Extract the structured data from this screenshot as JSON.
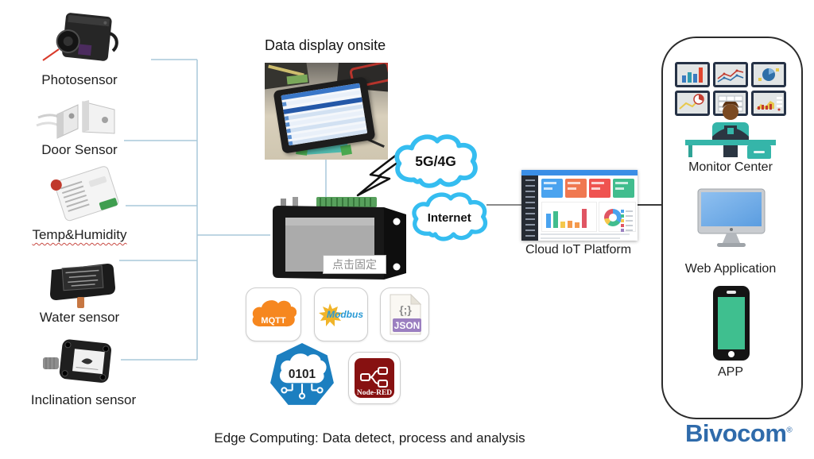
{
  "sensors": {
    "items": [
      {
        "label": "Photosensor"
      },
      {
        "label": "Door Sensor"
      },
      {
        "label": "Temp&Humidity"
      },
      {
        "label": "Water sensor"
      },
      {
        "label": "Inclination sensor"
      }
    ]
  },
  "display": {
    "title": "Data display onsite"
  },
  "gateway": {
    "overlay_label": "点击固定"
  },
  "clouds": {
    "cellular": "5G/4G",
    "internet": "Internet"
  },
  "platform": {
    "label": "Cloud IoT Platform"
  },
  "protocols": {
    "mqtt": "MQTT",
    "modbus": "Modbus",
    "json_glyph": "{;}",
    "json": "JSON",
    "binary": "0101",
    "nodered": "Node-RED"
  },
  "panel": {
    "monitor_center": "Monitor Center",
    "web_application": "Web Application",
    "app": "APP"
  },
  "caption": "Edge Computing: Data detect, process and analysis",
  "brand": {
    "name": "Bivocom",
    "mark": "®"
  },
  "colors": {
    "cloud_border": "#35bdf0",
    "connector_line": "#a9c8da",
    "brand_blue": "#2f6bab",
    "mqtt_orange": "#f6871f",
    "json_purple": "#9b7fc0",
    "nodered_red": "#871111",
    "binary_blue": "#1c7fc0",
    "app_green": "#3fbf8f"
  }
}
